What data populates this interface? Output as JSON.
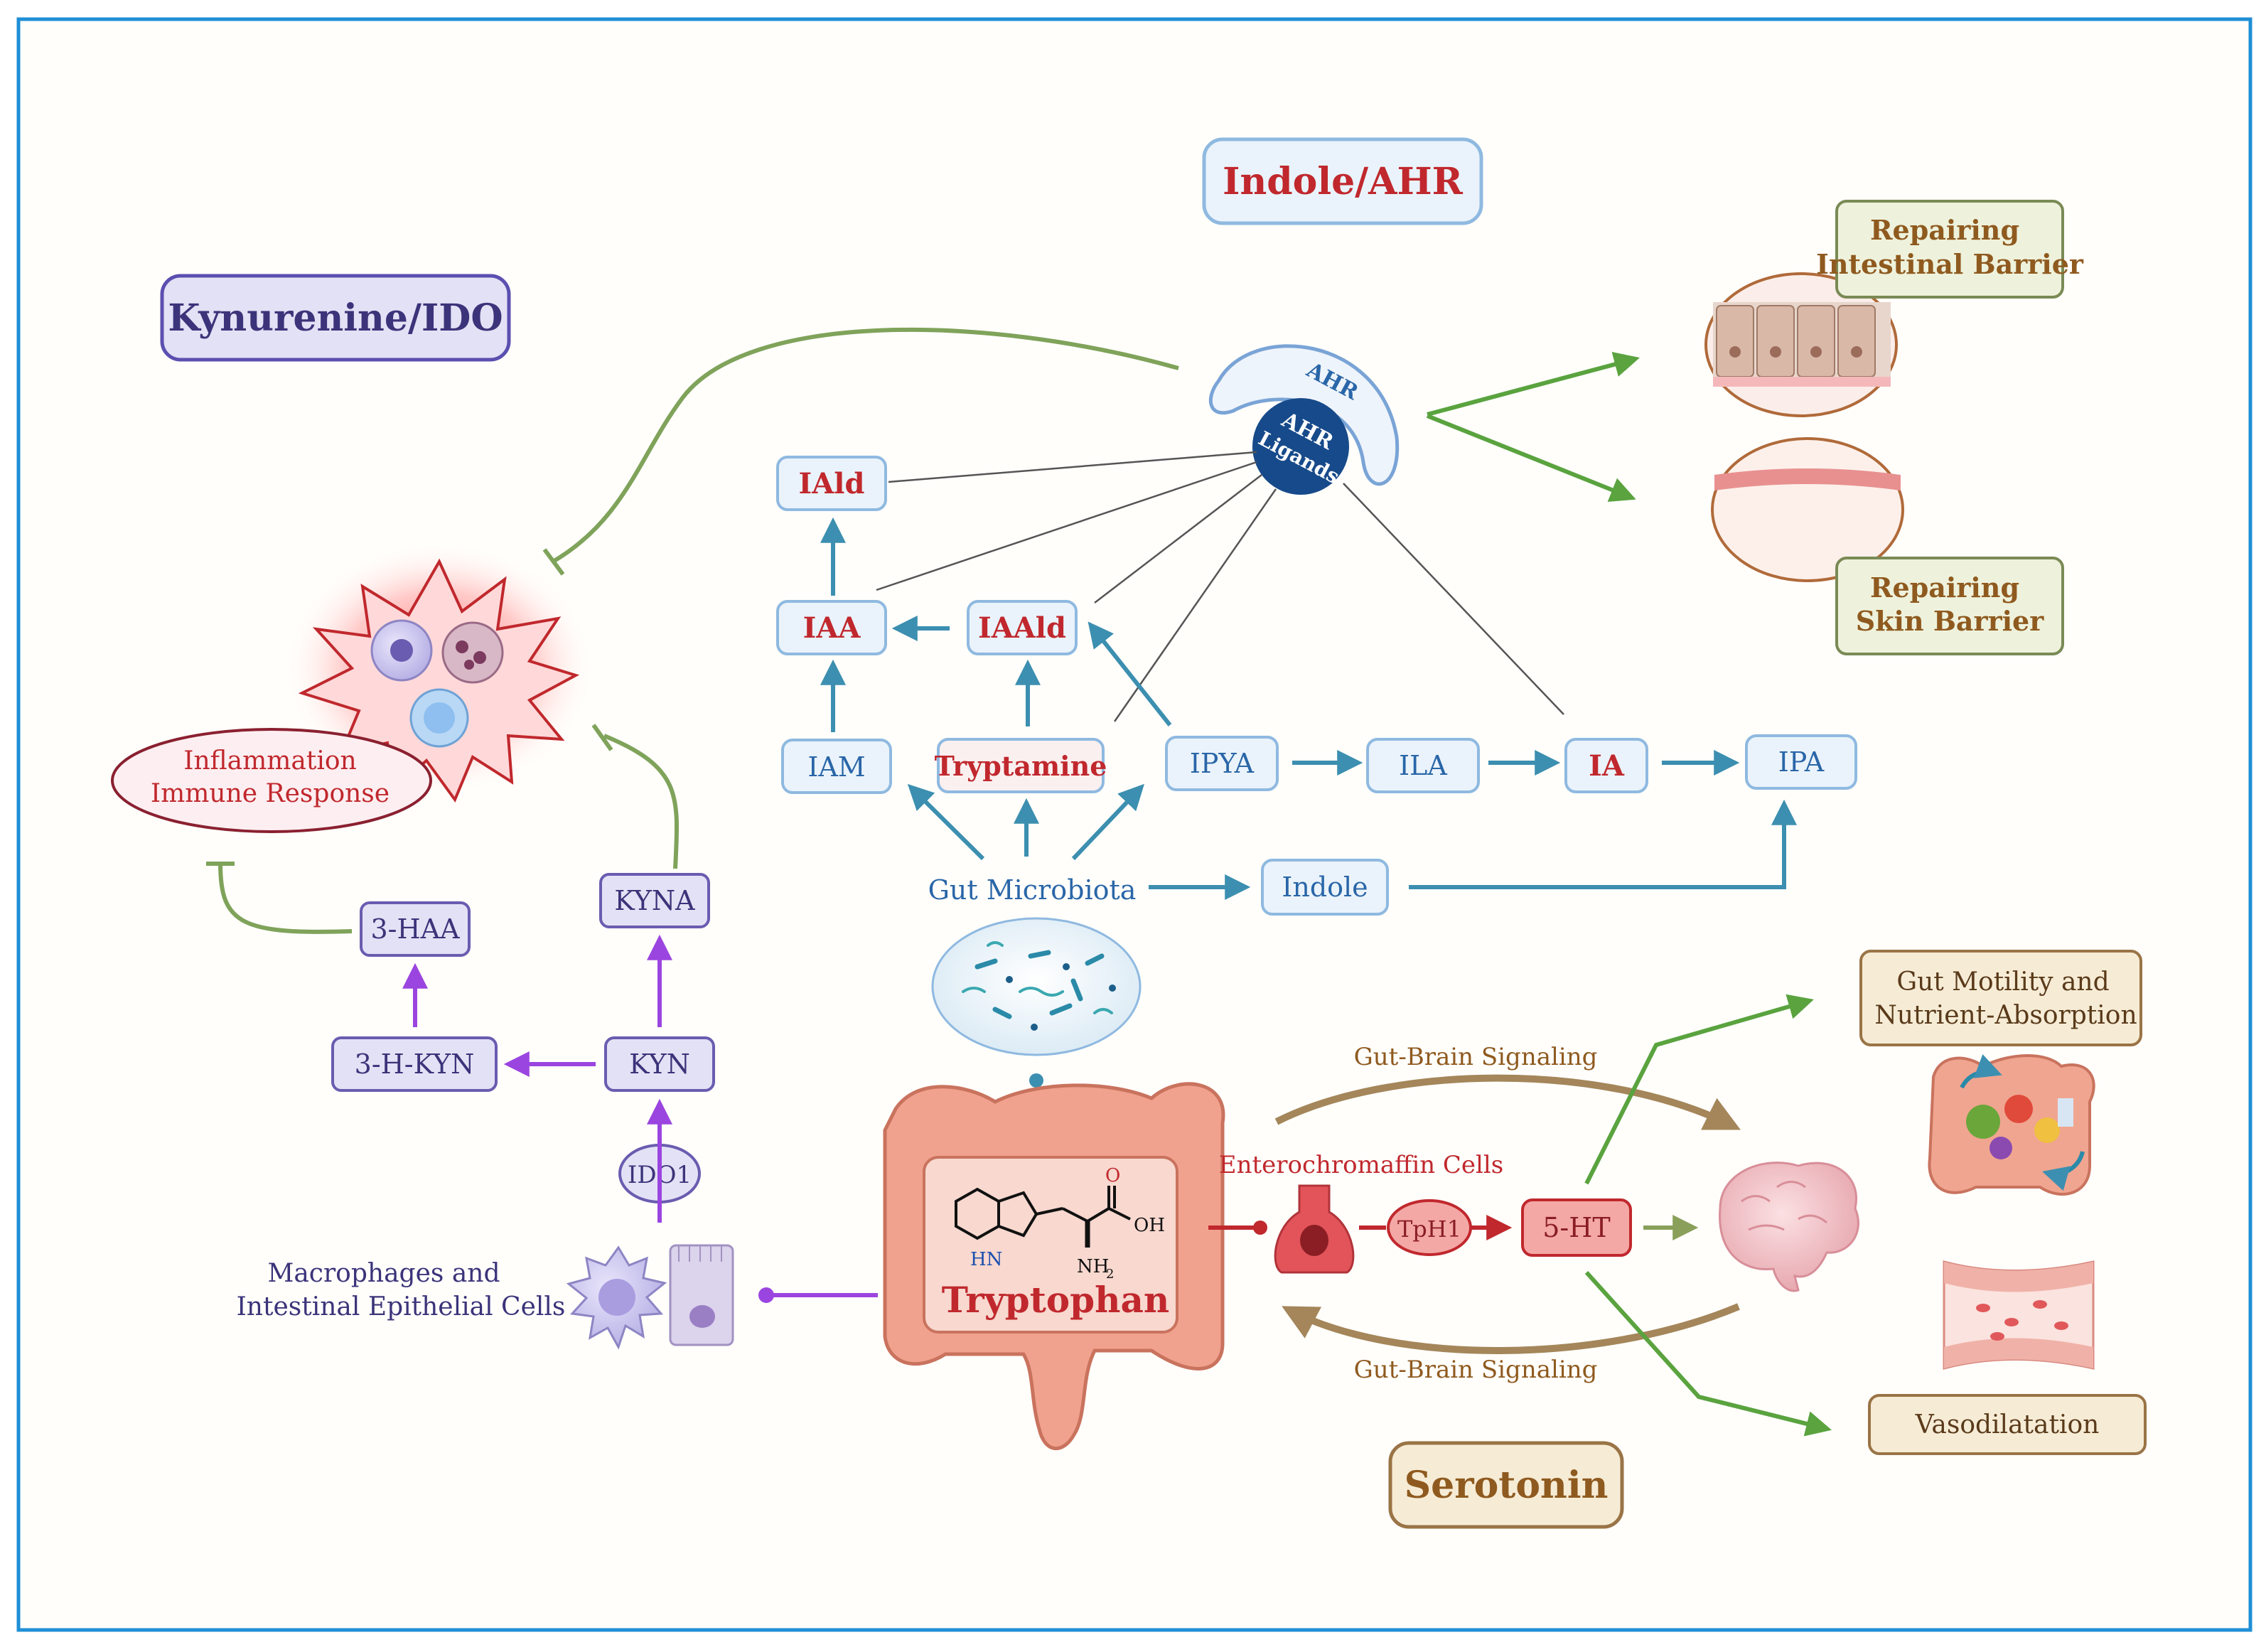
{
  "sections": {
    "kynurenine": "Kynurenine/IDO",
    "indole": "Indole/AHR",
    "serotonin": "Serotonin"
  },
  "ahr": {
    "receptor": "AHR",
    "ligands_line1": "AHR",
    "ligands_line2": "Ligands"
  },
  "indole_nodes": {
    "iald": "IAld",
    "iaa": "IAA",
    "iaald": "IAAld",
    "iam": "IAM",
    "tryptamine": "Tryptamine",
    "ipya": "IPYA",
    "ila": "ILA",
    "ia": "IA",
    "ipa": "IPA",
    "indole": "Indole"
  },
  "gut_microbiota": "Gut Microbiota",
  "outcomes": {
    "intestinal_line1": "Repairing",
    "intestinal_line2": "Intestinal Barrier",
    "skin_line1": "Repairing",
    "skin_line2": "Skin Barrier",
    "motility_line1": "Gut Motility and",
    "motility_line2": "Nutrient-Absorption",
    "vasodilatation": "Vasodilatation"
  },
  "kyn_nodes": {
    "kyna": "KYNA",
    "haa": "3-HAA",
    "hkyn": "3-H-KYN",
    "kyn": "KYN",
    "ido1": "IDO1"
  },
  "inflammation_line1": "Inflammation",
  "inflammation_line2": "Immune Response",
  "macrophages_line1": "Macrophages and",
  "macrophages_line2": "Intestinal Epithelial Cells",
  "tryptophan": "Tryptophan",
  "molecule": {
    "o": "O",
    "oh": "OH",
    "hn": "HN",
    "nh2": "NH",
    "sub2": "2"
  },
  "serotonin_path": {
    "ec_cells": "Enterochromaffin Cells",
    "tph1": "TpH1",
    "ht": "5-HT",
    "gbs_top": "Gut-Brain Signaling",
    "gbs_bottom": "Gut-Brain Signaling"
  },
  "colors": {
    "border": "#1e8fd6",
    "kyn_fill": "#e3e1f5",
    "kyn_stroke": "#6a5cb0",
    "kyn_text": "#3b347a",
    "indole_fill": "#eaf3fb",
    "indole_stroke": "#8fb9e0",
    "indole_text": "#2a66a8",
    "red_text": "#c0282d",
    "teal_arrow": "#3c8fb0",
    "purple_arrow": "#9b45e0",
    "green_arrow": "#5aa33f",
    "tan_fill": "#f6ecd6",
    "tan_stroke": "#9a7446",
    "brown_text": "#8f5a1f",
    "olive_fill": "#eef2dc",
    "olive_stroke": "#7a8a55"
  }
}
